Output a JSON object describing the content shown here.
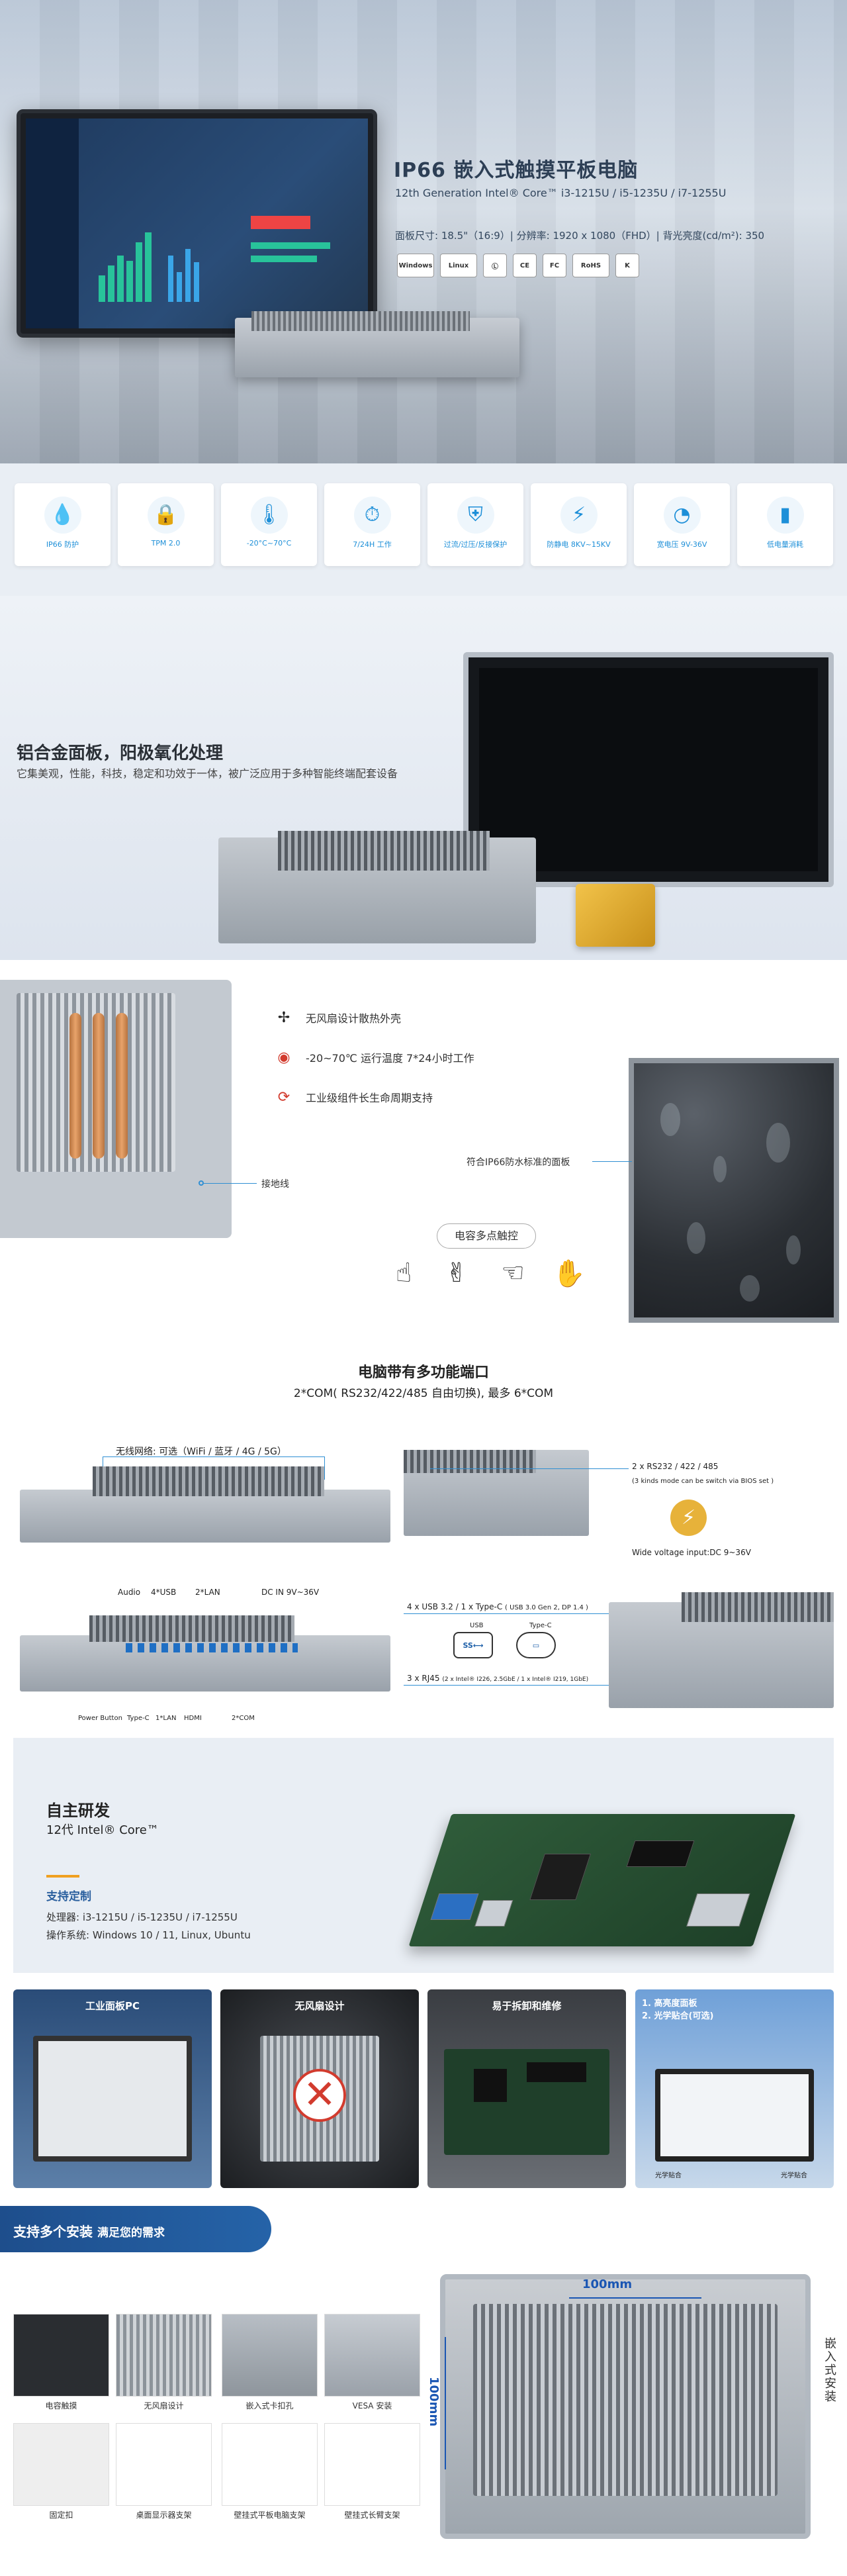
{
  "hero": {
    "title": "IP66 嵌入式触摸平板电脑",
    "subtitle": "12th Generation Intel® Core™ i3-1215U / i5-1235U / i7-1255U",
    "spec": "面板尺寸: 18.5\"（16:9）| 分辨率: 1920 x 1080（FHD）| 背光亮度(cd/m²): 350",
    "certs": [
      "Windows",
      "Linux",
      "Ⓛ",
      "CE",
      "FC",
      "RoHS",
      "K"
    ]
  },
  "features": [
    {
      "label": "IP66 防护",
      "icon": "water-drop-icon"
    },
    {
      "label": "TPM 2.0",
      "icon": "lock-shield-icon"
    },
    {
      "label": "-20°C~70°C",
      "icon": "thermometer-icon"
    },
    {
      "label": "7/24H 工作",
      "icon": "clock-24-icon"
    },
    {
      "label": "过流/过压/反接保护",
      "icon": "shield-protection-icon"
    },
    {
      "label": "防静电 8KV~15KV",
      "icon": "esd-icon"
    },
    {
      "label": "宽电压 9V-36V",
      "icon": "voltage-gauge-icon"
    },
    {
      "label": "低电量消耗",
      "icon": "battery-icon"
    }
  ],
  "aluminum": {
    "heading": "铝合金面板，阳极氧化处理",
    "desc": "它集美观，性能，科技，稳定和功效于一体，被广泛应用于多种智能终端配套设备"
  },
  "heatsink": {
    "items": [
      {
        "text": "无风扇设计散热外壳",
        "icon": "fan-icon",
        "color": "#222222"
      },
      {
        "text": "-20~70℃ 运行温度 7*24小时工作",
        "icon": "thermo-circle-icon",
        "color": "#d23b2e"
      },
      {
        "text": "工业级组件长生命周期支持",
        "icon": "cycle-icon",
        "color": "#d23b2e"
      }
    ],
    "ground_label": "接地线",
    "waterproof_label": "符合IP66防水标准的面板",
    "touch_label": "电容多点触控",
    "gestures": [
      "tap-gesture-icon",
      "double-tap-gesture-icon",
      "swipe-gesture-icon",
      "pinch-gesture-icon"
    ]
  },
  "ports": {
    "heading": "电脑带有多功能端口",
    "subheading": "2*COM( RS232/422/485 自由切换), 最多 6*COM",
    "wireless": "无线网络: 可选（WiFi / 蓝牙 / 4G / 5G）",
    "top_labels": [
      "Audio",
      "4*USB",
      "2*LAN",
      "DC IN 9V~36V"
    ],
    "bottom_labels": [
      "Power Button",
      "Type-C",
      "1*LAN",
      "HDMI",
      "2*COM"
    ],
    "rs_title": "2 x RS232 / 422 / 485",
    "rs_note": "(3 kinds mode can be switch via BIOS set )",
    "wide_voltage": "Wide voltage input:DC 9~36V",
    "usb_title": "4 x USB 3.2 / 1 x Type-C",
    "usb_note": "( USB 3.0 Gen 2, DP 1.4 )",
    "usb_icon_label": "USB",
    "usb_icon_text": "SS⟷",
    "typec_icon_label": "Type-C",
    "rj45_title": "3 x RJ45",
    "rj45_note": "(2 x Intel® I226, 2.5GbE / 1 x Intel® I219, 1GbE)"
  },
  "rnd": {
    "heading": "自主研发",
    "sub": "12代 Intel® Core™",
    "custom": "支持定制",
    "cpu": "处理器: i3-1215U / i5-1235U / i7-1255U",
    "os": "操作系统: Windows 10 / 11,   Linux, Ubuntu"
  },
  "cards": [
    {
      "title": "工业面板PC",
      "bg": "#2a4c78"
    },
    {
      "title": "无风扇设计",
      "bg": "#2a2d31"
    },
    {
      "title": "易于拆卸和维修",
      "bg": "#3a3d42"
    },
    {
      "title": "1. 高亮度面板\n2. 光学贴合(可选)",
      "bg": "#4a77b3",
      "left_tag": "光学贴合",
      "right_tag": "光学贴合"
    }
  ],
  "install": {
    "title": "支持多个安装",
    "title2": "满足您的需求",
    "tiles": [
      {
        "label": "电容触摸"
      },
      {
        "label": "无风扇设计"
      },
      {
        "label": "嵌入式卡扣孔"
      },
      {
        "label": "VESA 安装"
      },
      {
        "label": "固定扣"
      },
      {
        "label": "桌面显示器支架"
      },
      {
        "label": "壁挂式平板电脑支架"
      },
      {
        "label": "壁挂式长臂支架"
      }
    ],
    "dim_w": "100mm",
    "dim_h": "100mm",
    "side_label": "嵌入式安装"
  }
}
